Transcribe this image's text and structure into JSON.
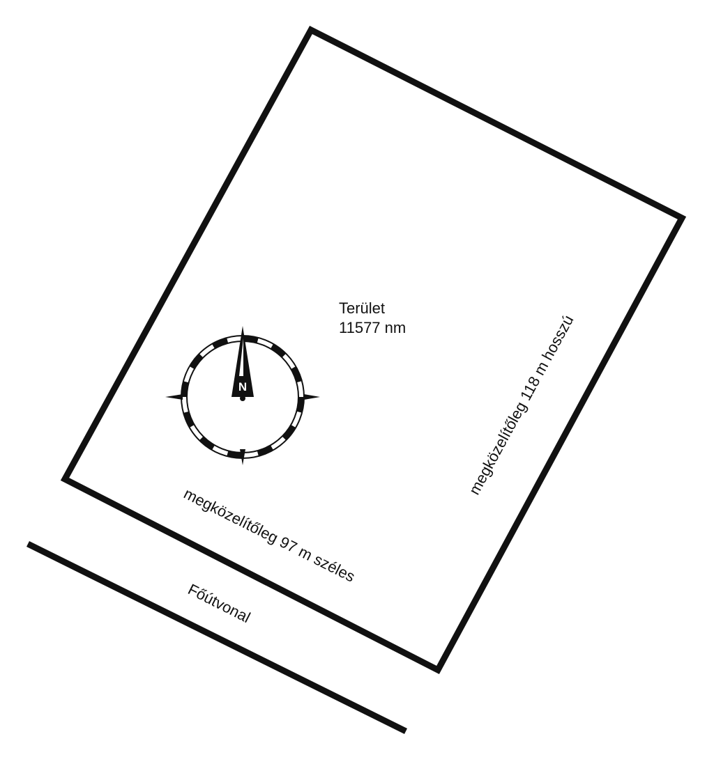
{
  "diagram": {
    "area_label": "Terület",
    "area_value": "11577 nm",
    "width_label": "megközelítőleg 97 m széles",
    "length_label": "megközelítőleg 118 m hosszú",
    "road_label": "Főútvonal",
    "compass_letter": "N"
  },
  "colors": {
    "ink": "#111111",
    "background": "#ffffff"
  },
  "icons": {
    "compass": "north-compass-icon"
  }
}
